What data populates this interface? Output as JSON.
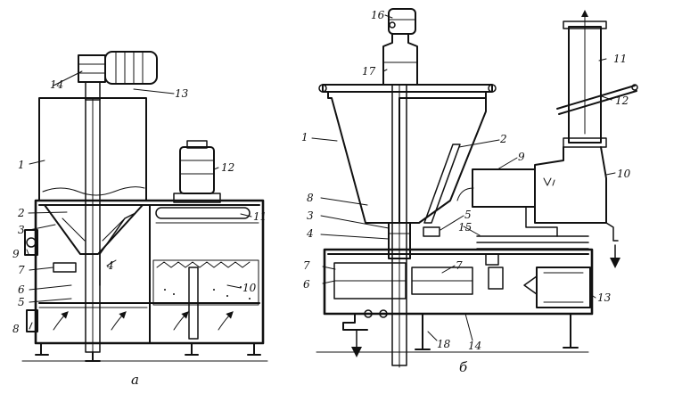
{
  "figure_a": {
    "caption": "а",
    "labels": {
      "l1": "1",
      "l2": "2",
      "l3": "3",
      "l4": "4",
      "l5": "5",
      "l6": "6",
      "l7": "7",
      "l8": "8",
      "l9": "9",
      "l10": "10",
      "l11": "11",
      "l12": "12",
      "l13": "13",
      "l14": "14"
    }
  },
  "figure_b": {
    "caption": "б",
    "labels": {
      "l1": "1",
      "l2": "2",
      "l3": "3",
      "l4": "4",
      "l5": "5",
      "l6": "6",
      "l7": "7",
      "l7b": "7",
      "l8": "8",
      "l9": "9",
      "l10": "10",
      "l11": "11",
      "l12": "12",
      "l13": "13",
      "l14": "14",
      "l15": "15",
      "l16": "16",
      "l17": "17",
      "l18": "18"
    }
  }
}
